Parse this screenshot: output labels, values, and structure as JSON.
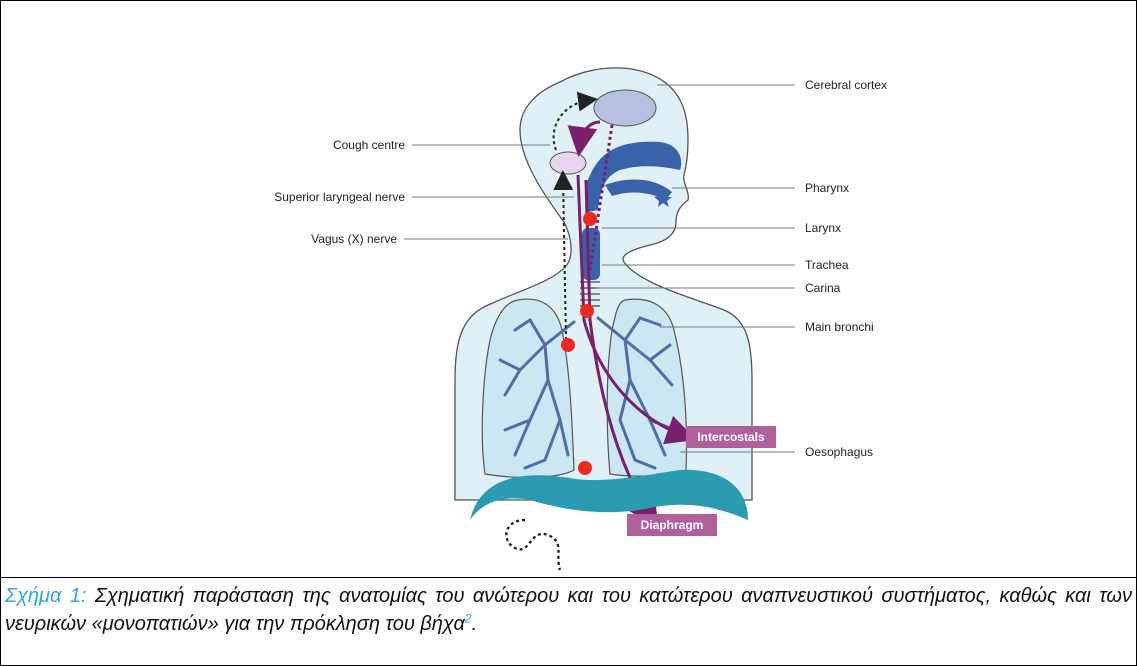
{
  "labels": {
    "cerebral_cortex": "Cerebral cortex",
    "cough_centre": "Cough centre",
    "pharynx": "Pharynx",
    "superior_laryngeal_nerve": "Superior laryngeal nerve",
    "larynx": "Larynx",
    "vagus_nerve": "Vagus (X) nerve",
    "trachea": "Trachea",
    "carina": "Carina",
    "main_bronchi": "Main bronchi",
    "intercostals": "Intercostals",
    "oesophagus": "Oesophagus",
    "diaphragm": "Diaphragm"
  },
  "caption": {
    "prefix": "Σχήμα 1:",
    "text": "Σχηματική παράσταση της ανατομίας του ανώτερου και του κατώτερου αναπνευστικού συστήματος, καθώς και των νευρικών «μονοπατιών» για την πρόκληση του βήχα",
    "reference": "2",
    "end": "."
  },
  "colors": {
    "body_fill": "#dff0f6",
    "body_outline": "#555555",
    "lung_fill": "#cbe7f2",
    "airway_blue": "#3a62a8",
    "bronchi_blue": "#4f6da8",
    "nerve_purple": "#7a1f6e",
    "receptor_red": "#ee2a1f",
    "tag_purple": "#b0619b",
    "diaphragm_teal": "#2a9bb0",
    "caption_blue": "#2ea8d8"
  }
}
